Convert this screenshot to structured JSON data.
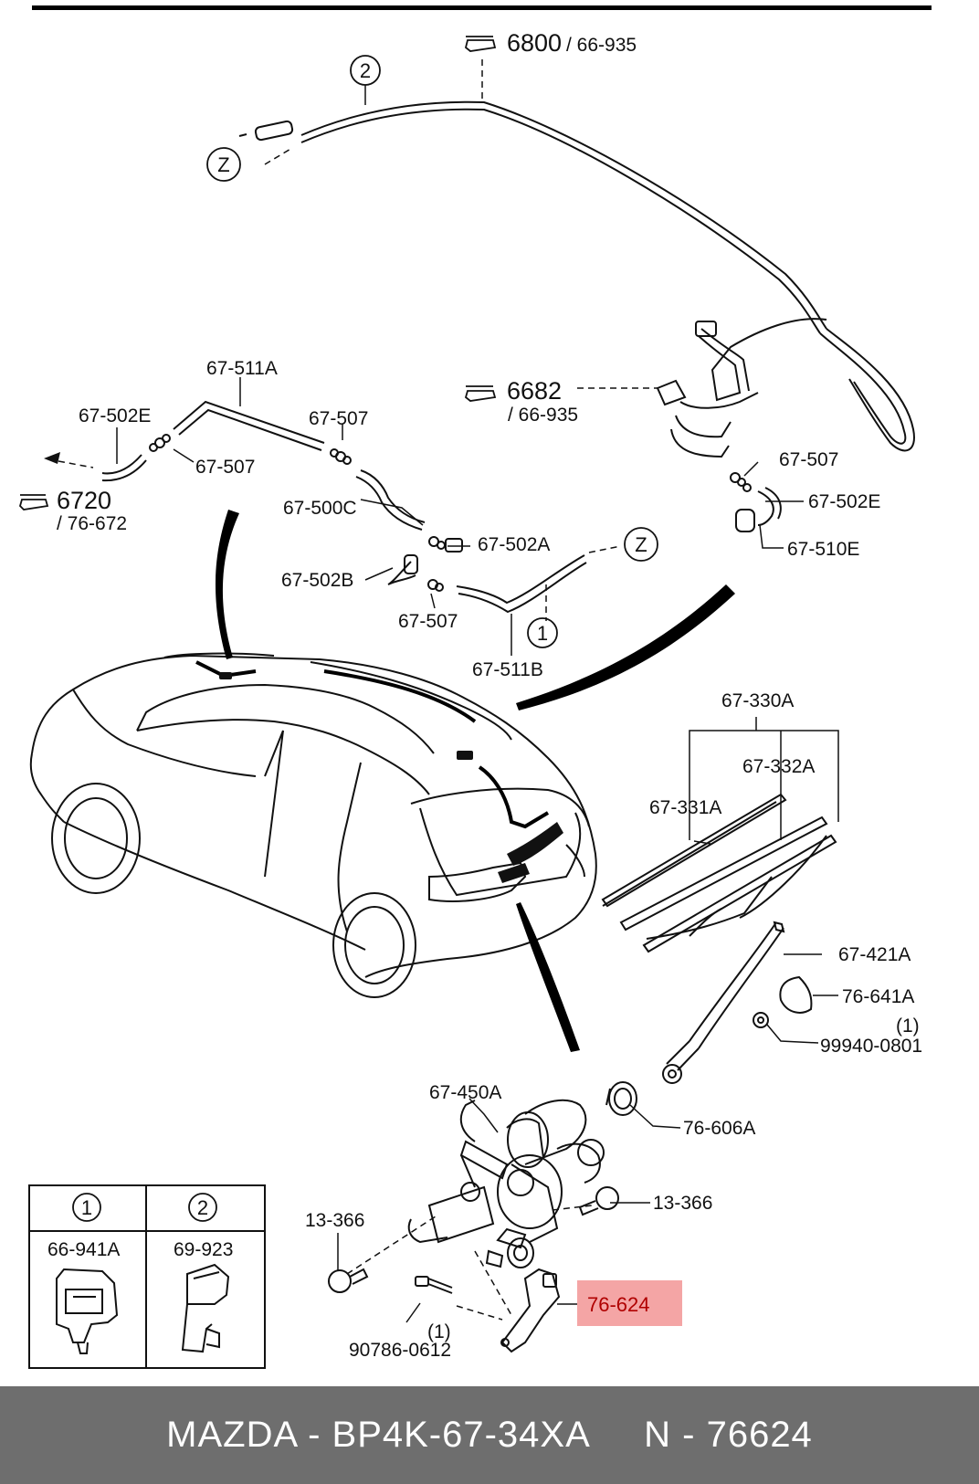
{
  "circle_refs": {
    "one": "1",
    "two": "2",
    "z": "Z"
  },
  "refs": {
    "r6800_main": "6800",
    "r6800_sub": "/ 66-935",
    "r6682_main": "6682",
    "r6682_sub": "/ 66-935",
    "r6720_main": "6720",
    "r6720_sub": "/ 76-672"
  },
  "labels": {
    "l67_511A": "67-511A",
    "l67_502E_left": "67-502E",
    "l67_507_a": "67-507",
    "l67_507_b": "67-507",
    "l67_500C": "67-500C",
    "l67_502A": "67-502A",
    "l67_502B": "67-502B",
    "l67_507_c": "67-507",
    "l67_511B": "67-511B",
    "l67_507_right": "67-507",
    "l67_502E_right": "67-502E",
    "l67_510E": "67-510E",
    "l67_330A": "67-330A",
    "l67_332A": "67-332A",
    "l67_331A": "67-331A",
    "l67_421A": "67-421A",
    "l76_641A": "76-641A",
    "l99940_qty": "(1)",
    "l99940": "99940-0801",
    "l67_450A": "67-450A",
    "l76_606A": "76-606A",
    "l13_366_right": "13-366",
    "l13_366_left": "13-366",
    "l90786_qty": "(1)",
    "l90786": "90786-0612",
    "l76_624": "76-624"
  },
  "legend": {
    "col1_ref": "1",
    "col1_part": "66-941A",
    "col2_ref": "2",
    "col2_part": "69-923"
  },
  "highlight_color": "#f4a5a5",
  "footer": {
    "text": "MAZDA - BP4K-67-34XA     N - 76624",
    "background": "#6e6e6e"
  }
}
